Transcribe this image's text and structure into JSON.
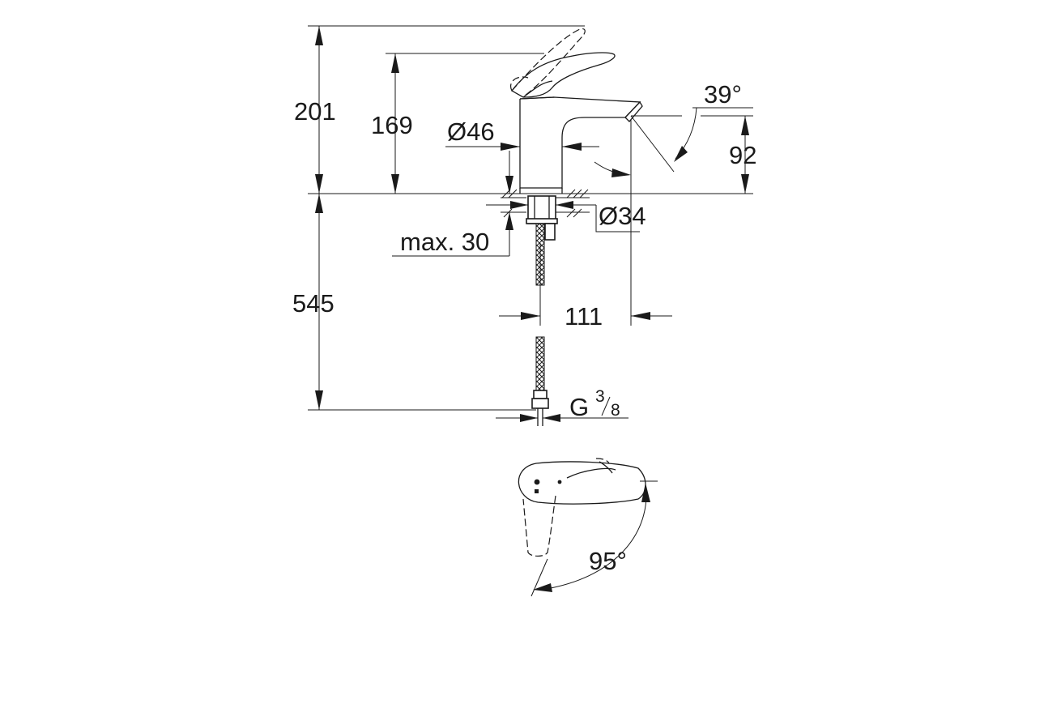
{
  "dimensions": {
    "overall_height": "201",
    "spout_height": "169",
    "body_diameter": "Ø46",
    "spout_angle": "39°",
    "outlet_height": "92",
    "hole_diameter": "Ø34",
    "deck_thickness": "max. 30",
    "hose_length": "545",
    "spout_reach": "111",
    "thread_main": "G",
    "thread_num": "3",
    "thread_den": "8",
    "swivel_angle": "95°"
  },
  "colors": {
    "line": "#1a1a1a",
    "background": "#ffffff"
  }
}
